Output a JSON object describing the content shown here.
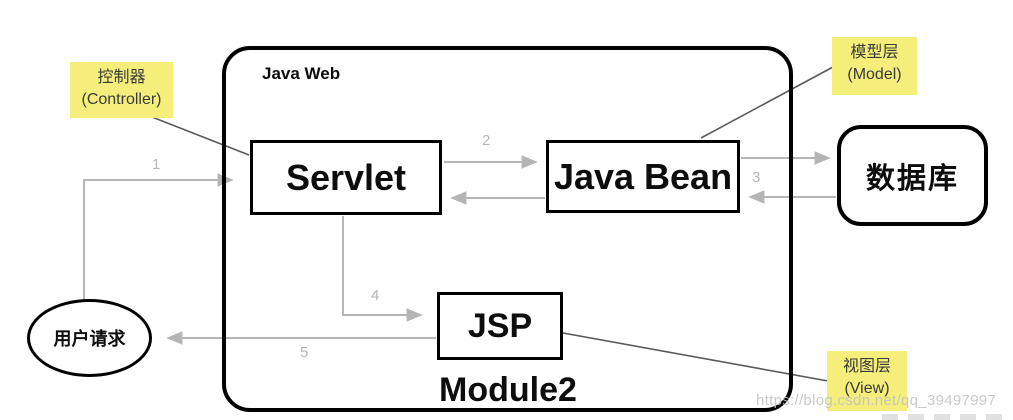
{
  "diagram": {
    "container_label": "Java Web",
    "module_label": "Module2",
    "nodes": {
      "servlet": "Servlet",
      "java_bean": "Java Bean",
      "jsp": "JSP",
      "database": "数据库",
      "user_request": "用户请求"
    },
    "callouts": {
      "controller": {
        "zh": "控制器",
        "en": "(Controller)"
      },
      "model": {
        "zh": "模型层",
        "en": "(Model)"
      },
      "view": {
        "zh": "视图层",
        "en": "(View)"
      }
    },
    "step_labels": [
      "1",
      "2",
      "3",
      "4",
      "5"
    ],
    "watermark": "https://blog.csdn.net/qq_39497997",
    "colors": {
      "highlight": "#f5ee7b",
      "arrow": "#b5b5b5",
      "callout": "#5a5a5a",
      "border": "#000000",
      "watermark": "#c2c2c2"
    }
  }
}
